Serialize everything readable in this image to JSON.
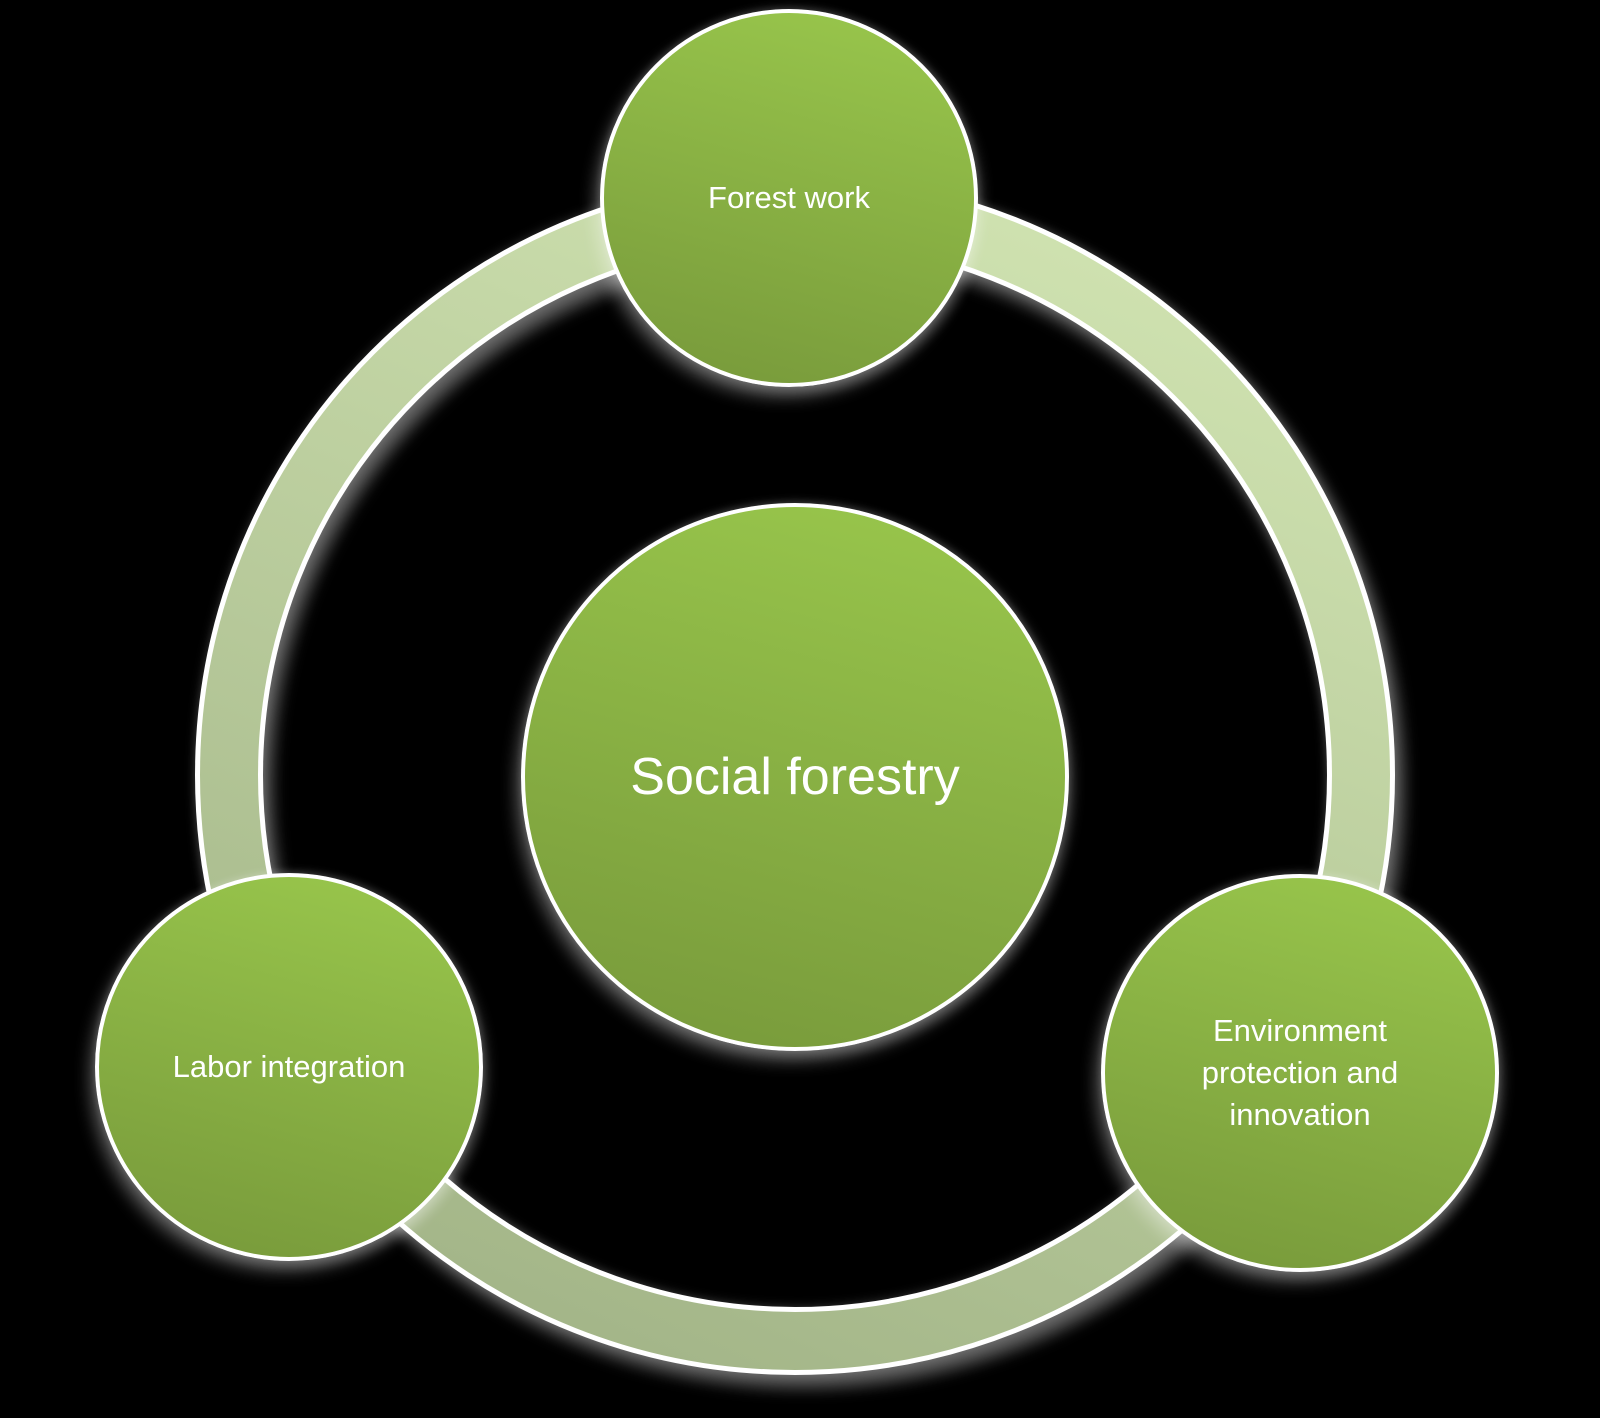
{
  "diagram": {
    "type": "cycle",
    "center": {
      "id": "social-forestry",
      "label": "Social forestry"
    },
    "nodes": [
      {
        "id": "forest-work",
        "label": "Forest work",
        "position": "top"
      },
      {
        "id": "labor-integration",
        "label": "Labor integration",
        "position": "bottom-left"
      },
      {
        "id": "environment-protection",
        "label": "Environment protection and innovation",
        "position": "bottom-right"
      }
    ],
    "colors": {
      "background": "#000000",
      "node_gradient_top": "#97C44B",
      "node_gradient_bottom": "#789A3B",
      "ring_gradient_light": "#CFE2B0",
      "ring_gradient_dark": "#A3B588",
      "outline": "#FFFFFF",
      "text": "#FFFFFF"
    }
  }
}
